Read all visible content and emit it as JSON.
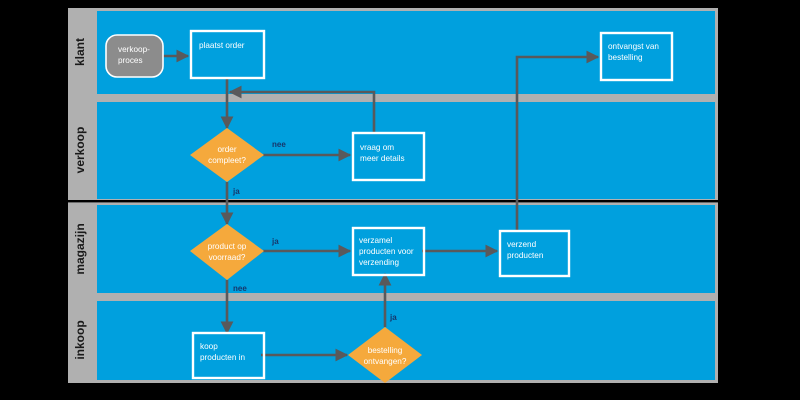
{
  "diagram": {
    "title": "verkoopproces swimlane flowchart",
    "type": "swimlane-flowchart",
    "colors": {
      "canvas": "#000000",
      "lane_body": "#00A0DE",
      "lane_header": "#B0B0B0",
      "lane_divider": "#B0B0B0",
      "lane_divider_strong": "#000000",
      "decision_fill": "#F5A93C",
      "terminator_fill": "#8C8C8C",
      "process_border": "#FFFFFF",
      "connector": "#59595B",
      "node_text": "#FFFFFF",
      "edge_label_text": "#16366B",
      "lane_label_text": "#1A1A1A"
    },
    "lanes": [
      {
        "id": "klant",
        "label": "klant"
      },
      {
        "id": "verkoop",
        "label": "verkoop"
      },
      {
        "id": "magazijn",
        "label": "magazijn"
      },
      {
        "id": "inkoop",
        "label": "inkoop"
      }
    ],
    "nodes": [
      {
        "id": "verkoopproces",
        "lane": "klant",
        "shape": "terminator",
        "lines": [
          "verkoop-",
          "proces"
        ]
      },
      {
        "id": "plaatst_order",
        "lane": "klant",
        "shape": "process",
        "lines": [
          "plaatst order"
        ]
      },
      {
        "id": "ontvangst_bestelling",
        "lane": "klant",
        "shape": "process",
        "lines": [
          "ontvangst van",
          "bestelling"
        ]
      },
      {
        "id": "order_compleet",
        "lane": "verkoop",
        "shape": "decision",
        "lines": [
          "order",
          "compleet?"
        ]
      },
      {
        "id": "vraag_meer_details",
        "lane": "verkoop",
        "shape": "process",
        "lines": [
          "vraag om",
          "meer details"
        ]
      },
      {
        "id": "product_op_voorraad",
        "lane": "magazijn",
        "shape": "decision",
        "lines": [
          "product op",
          "voorraad?"
        ]
      },
      {
        "id": "verzamel_producten",
        "lane": "magazijn",
        "shape": "process",
        "lines": [
          "verzamel",
          "producten voor",
          "verzending"
        ]
      },
      {
        "id": "verzend_producten",
        "lane": "magazijn",
        "shape": "process",
        "lines": [
          "verzend",
          "producten"
        ]
      },
      {
        "id": "koop_producten_in",
        "lane": "inkoop",
        "shape": "process",
        "lines": [
          "koop",
          "producten in"
        ]
      },
      {
        "id": "bestelling_ontvangen",
        "lane": "inkoop",
        "shape": "decision",
        "lines": [
          "bestelling",
          "ontvangen?"
        ]
      }
    ],
    "edges": [
      {
        "from": "verkoopproces",
        "to": "plaatst_order",
        "label": ""
      },
      {
        "from": "plaatst_order",
        "to": "order_compleet",
        "label": ""
      },
      {
        "from": "order_compleet",
        "to": "vraag_meer_details",
        "label": "nee"
      },
      {
        "from": "vraag_meer_details",
        "to": "plaatst_order",
        "label": ""
      },
      {
        "from": "order_compleet",
        "to": "product_op_voorraad",
        "label": "ja"
      },
      {
        "from": "product_op_voorraad",
        "to": "verzamel_producten",
        "label": "ja"
      },
      {
        "from": "product_op_voorraad",
        "to": "koop_producten_in",
        "label": "nee"
      },
      {
        "from": "verzamel_producten",
        "to": "verzend_producten",
        "label": ""
      },
      {
        "from": "verzend_producten",
        "to": "ontvangst_bestelling",
        "label": ""
      },
      {
        "from": "koop_producten_in",
        "to": "bestelling_ontvangen",
        "label": ""
      },
      {
        "from": "bestelling_ontvangen",
        "to": "verzamel_producten",
        "label": "ja"
      }
    ],
    "edge_labels": {
      "order_compleet_nee": "nee",
      "order_compleet_ja": "ja",
      "voorraad_ja": "ja",
      "voorraad_nee": "nee",
      "bestelling_ja": "ja"
    }
  }
}
